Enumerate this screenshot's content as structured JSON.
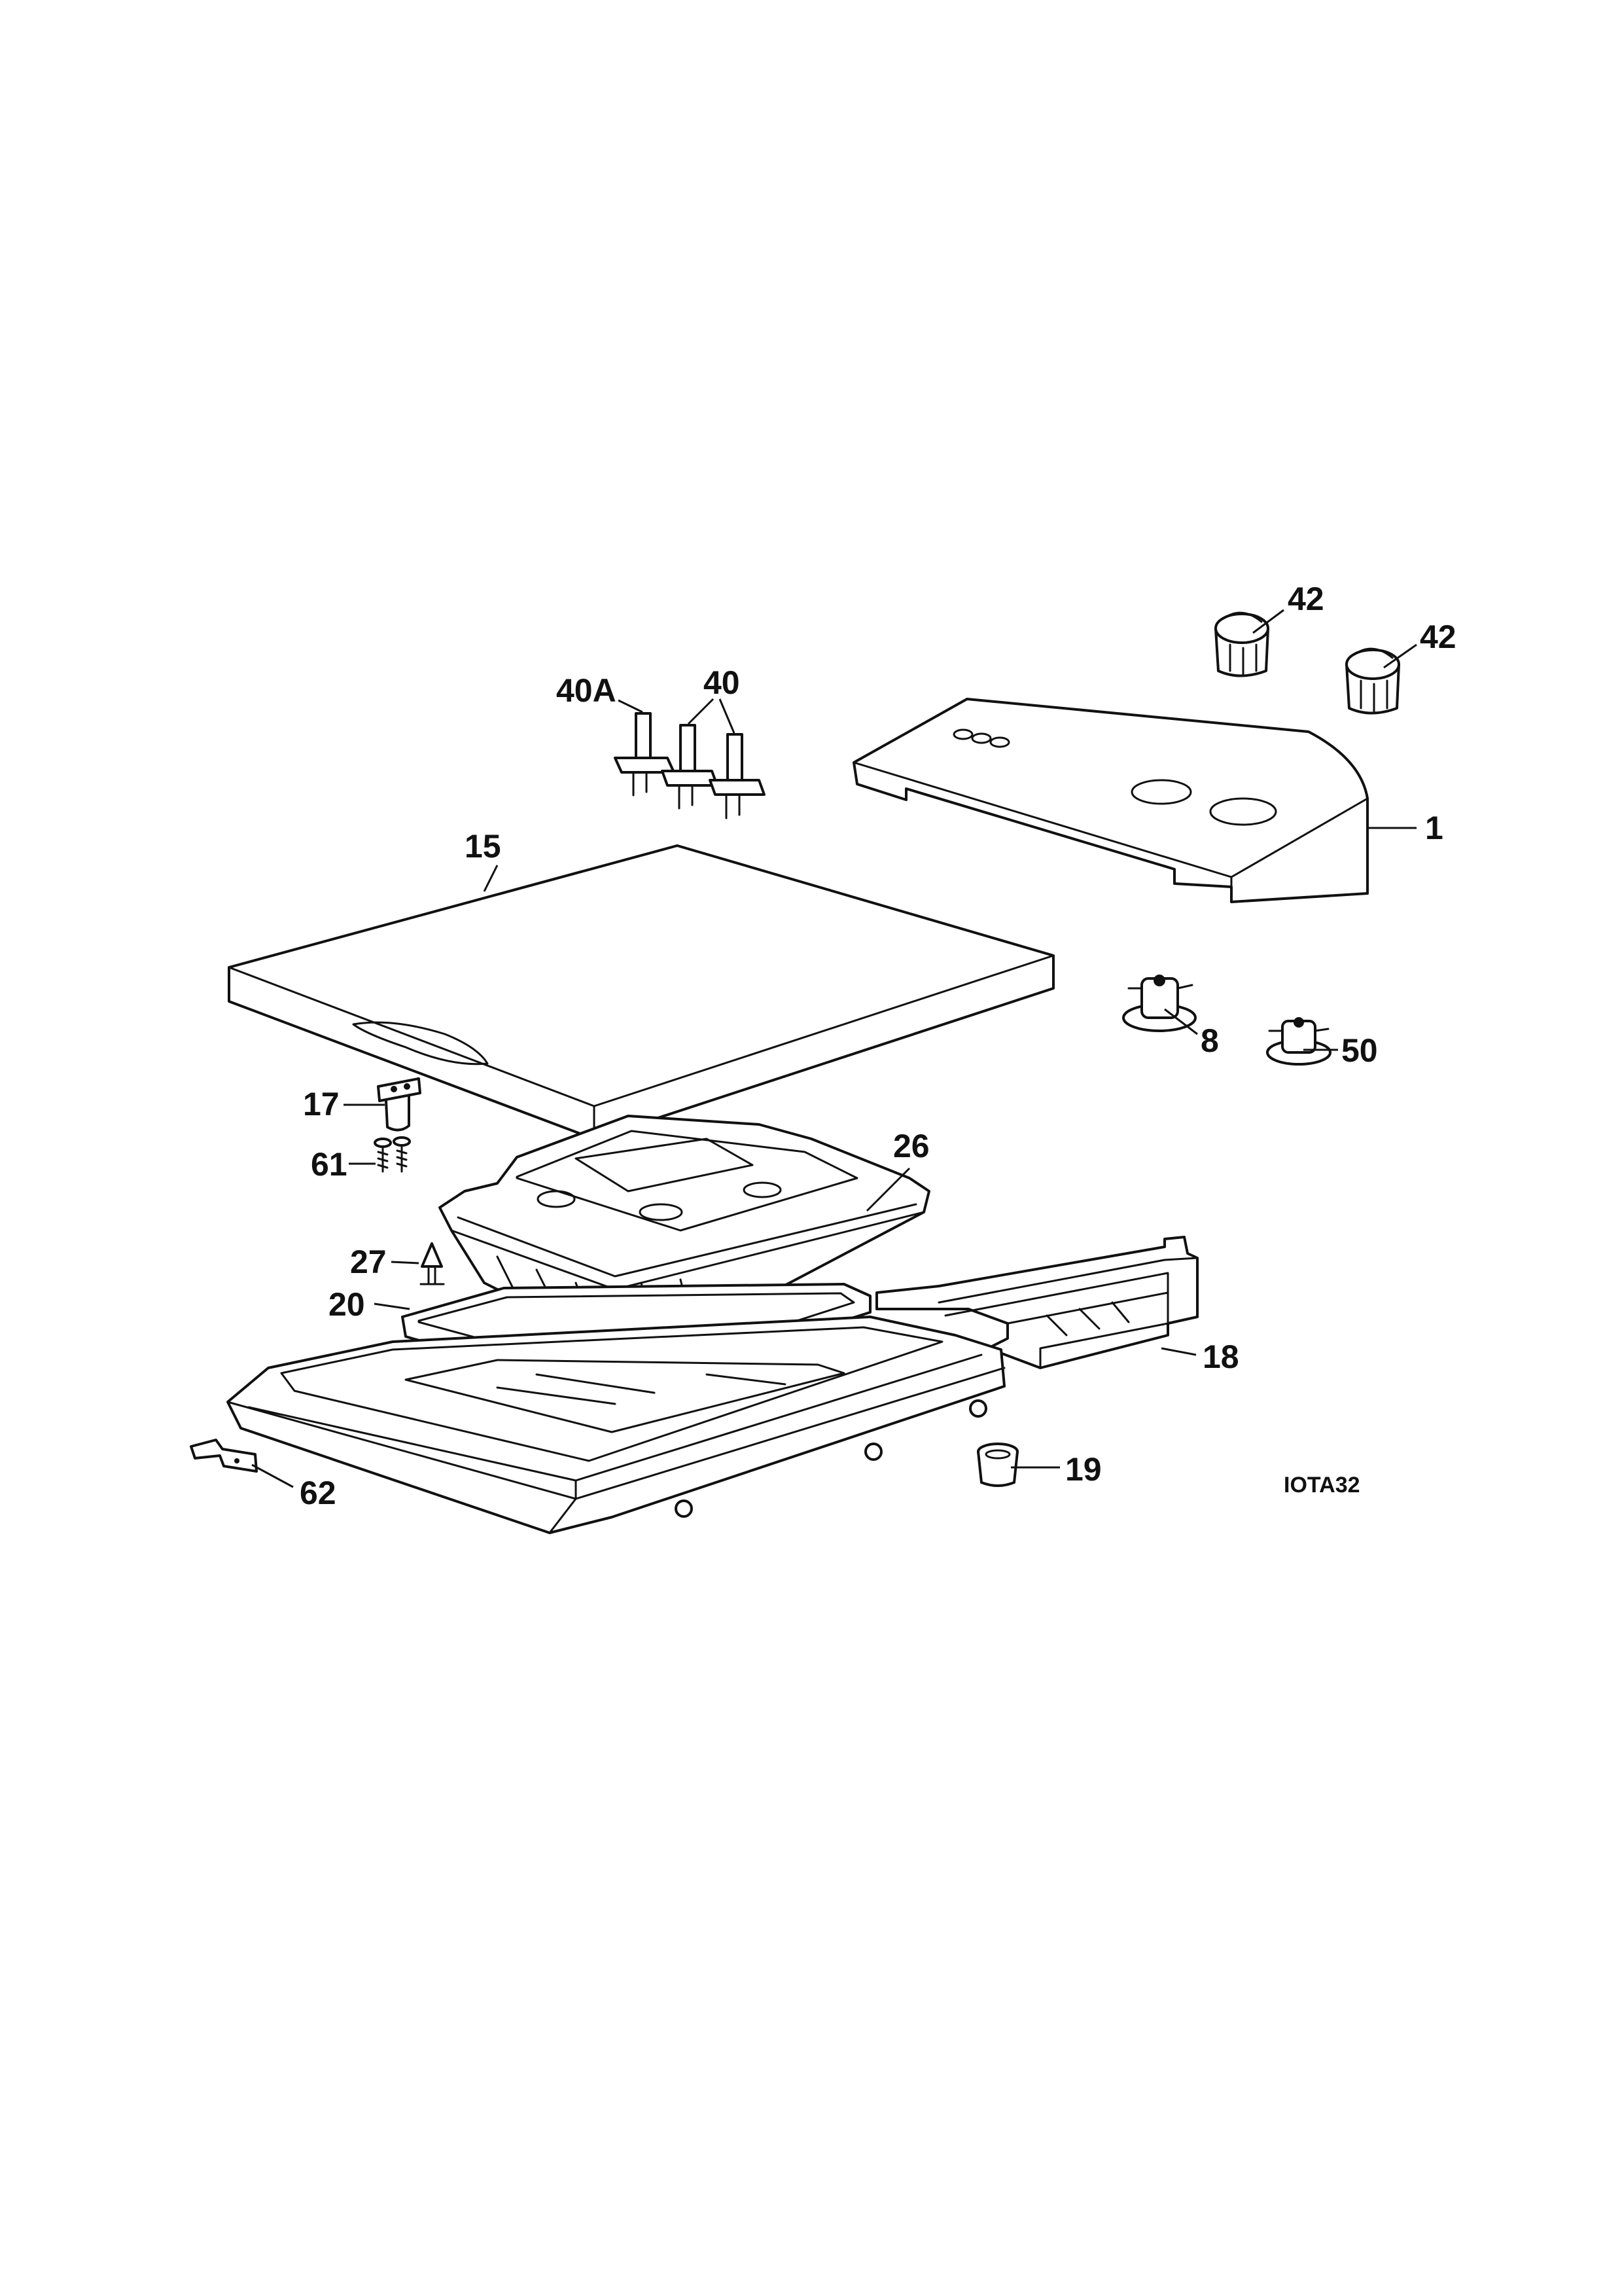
{
  "diagram_code": "IOTA32",
  "callouts": {
    "c42a": "42",
    "c42b": "42",
    "c40a": "40A",
    "c40": "40",
    "c1": "1",
    "c15": "15",
    "c8": "8",
    "c50": "50",
    "c17": "17",
    "c61": "61",
    "c26": "26",
    "c27": "27",
    "c20": "20",
    "c18": "18",
    "c19": "19",
    "c62": "62"
  }
}
